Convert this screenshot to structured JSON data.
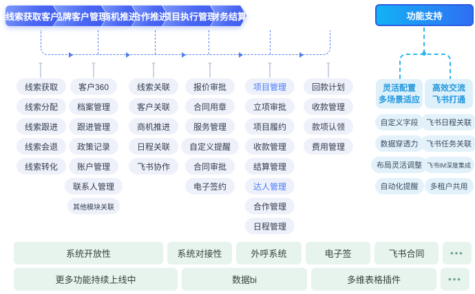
{
  "colors": {
    "arrow_gradient_start": "#7e99fb",
    "arrow_gradient_end": "#3d5bee",
    "accent_blue": "#4a7bf6",
    "connector_blue": "#4f7cf0",
    "connector_cyan": "#2ab4ee",
    "support_border": "#2a5ce0",
    "pill_bg": "#eef1fa",
    "support_pill_bg": "#e3f2fa",
    "support_header_bg": "#def1fb",
    "support_header_text": "#2397de",
    "green_box_bg": "#e7f3ed",
    "dots_green": "#6fa98d"
  },
  "flow_steps": [
    {
      "label": "线索获取客户"
    },
    {
      "label": "品牌客户管理"
    },
    {
      "label": "商机推进"
    },
    {
      "label": "合作推进"
    },
    {
      "label": "项目执行管理"
    },
    {
      "label": "财务结算"
    }
  ],
  "support_button": {
    "label": "功能支持"
  },
  "columns": [
    {
      "name": "leads",
      "items": [
        {
          "label": "线索获取"
        },
        {
          "label": "线索分配"
        },
        {
          "label": "线索跟进"
        },
        {
          "label": "线索会退"
        },
        {
          "label": "线索转化"
        }
      ]
    },
    {
      "name": "customer",
      "items": [
        {
          "label": "客户360"
        },
        {
          "label": "档案管理"
        },
        {
          "label": "跟进管理"
        },
        {
          "label": "政策记录"
        },
        {
          "label": "账户管理"
        },
        {
          "label": "联系人管理"
        },
        {
          "label": "其他模块关联",
          "small": true
        }
      ]
    },
    {
      "name": "opportunity",
      "items": [
        {
          "label": "线索关联"
        },
        {
          "label": "客户关联"
        },
        {
          "label": "商机推进"
        },
        {
          "label": "日程关联"
        },
        {
          "label": "飞书协作"
        }
      ]
    },
    {
      "name": "cooperation",
      "items": [
        {
          "label": "报价审批"
        },
        {
          "label": "合同用章"
        },
        {
          "label": "服务管理"
        },
        {
          "label": "自定义提醒"
        },
        {
          "label": "合同审批"
        },
        {
          "label": "电子签约"
        }
      ]
    },
    {
      "name": "project",
      "items": [
        {
          "label": "项目管理",
          "highlight": true
        },
        {
          "label": "立项审批"
        },
        {
          "label": "项目履约"
        },
        {
          "label": "收款管理"
        },
        {
          "label": "结算管理"
        },
        {
          "label": "达人管理",
          "highlight": true
        },
        {
          "label": "合作管理"
        },
        {
          "label": "日程管理"
        }
      ]
    },
    {
      "name": "finance",
      "items": [
        {
          "label": "回款计划"
        },
        {
          "label": "收款管理"
        },
        {
          "label": "款项认领"
        },
        {
          "label": "费用管理"
        }
      ]
    }
  ],
  "support_groups": [
    {
      "title_line1": "灵活配置",
      "title_line2": "多场景适应",
      "items": [
        {
          "label": "自定义字段"
        },
        {
          "label": "数据穿透力"
        },
        {
          "label": "布局灵活调整"
        },
        {
          "label": "自动化提醒"
        }
      ]
    },
    {
      "title_line1": "高效交流",
      "title_line2": "飞书打通",
      "items": [
        {
          "label": "飞书日程关联"
        },
        {
          "label": "飞书任务关联"
        },
        {
          "label": "飞书IM深度集成",
          "small": true
        },
        {
          "label": "多租户共用"
        }
      ]
    }
  ],
  "bottom_rows": [
    {
      "items": [
        {
          "label": "系统开放性"
        },
        {
          "label": "系统对接性"
        },
        {
          "label": "外呼系统"
        },
        {
          "label": "电子签"
        },
        {
          "label": "飞书合同"
        },
        {
          "label": "•••",
          "dots": true
        }
      ]
    },
    {
      "items": [
        {
          "label": "更多功能持续上线中"
        },
        {
          "label": "数据bi"
        },
        {
          "label": "多维表格插件"
        },
        {
          "label": "•••",
          "dots": true
        }
      ]
    }
  ]
}
